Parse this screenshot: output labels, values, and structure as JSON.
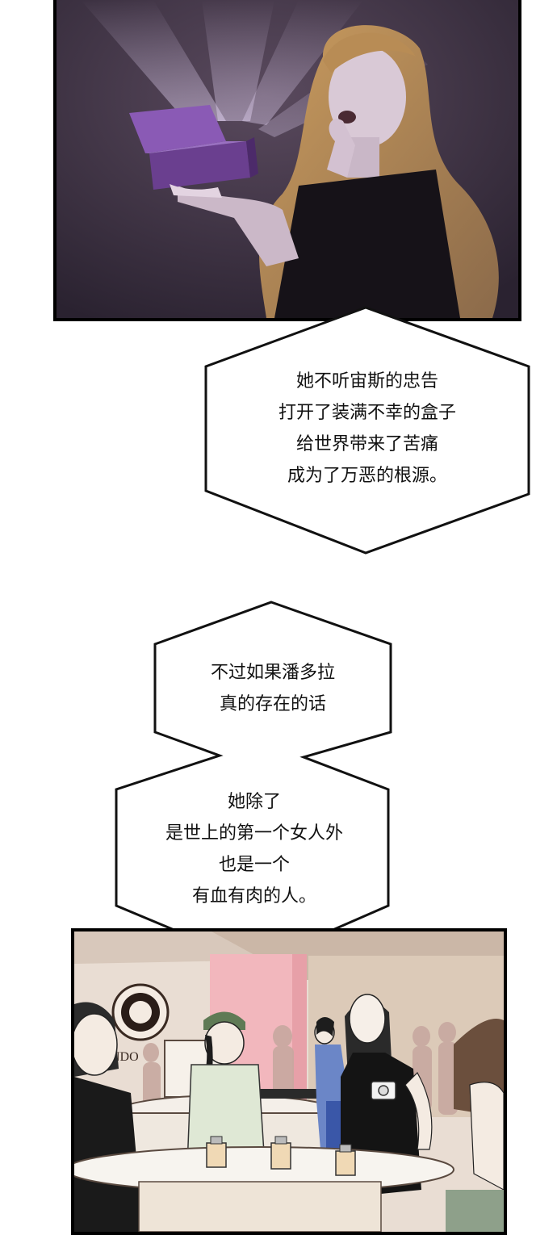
{
  "narration": {
    "box1": {
      "lines": [
        "她不听宙斯的忠告",
        "打开了装满不幸的盒子",
        "给世界带来了苦痛",
        "成为了万恶的根源。"
      ]
    },
    "box2": {
      "lines": [
        "不过如果潘多拉",
        "真的存在的话"
      ]
    },
    "box3": {
      "lines": [
        "她除了",
        "是世上的第一个女人外",
        "也是一个",
        "有血有肉的人。"
      ]
    }
  },
  "scene2": {
    "store_sign": "PANDO"
  },
  "colors": {
    "panel1_background": "#3a2d3d",
    "box_glow": "#b79bd6",
    "box": "#6a3f8f",
    "hair": "#c99b5e",
    "dress": "#111111",
    "panel2_wall": "#e9ddd3",
    "pink_pillar": "#f2b7bd",
    "counter": "#f4efe9"
  },
  "icons": [
    "jewelry-box-icon",
    "perfume-bottle-icon",
    "camera-icon",
    "store-logo-icon"
  ]
}
